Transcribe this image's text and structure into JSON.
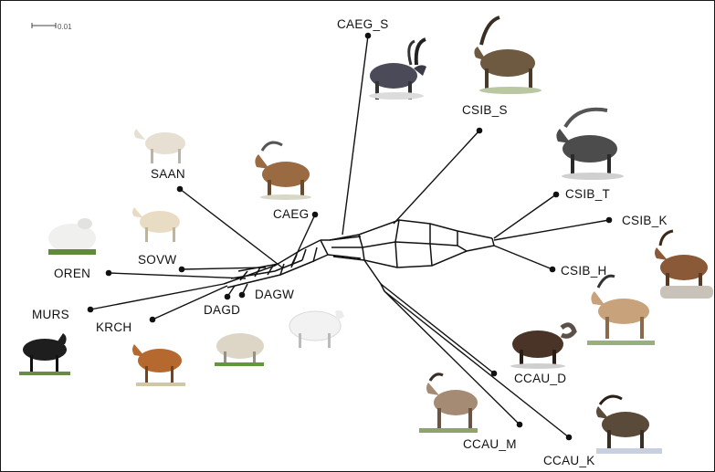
{
  "diagram": {
    "scale_label": "0.01",
    "colors": {
      "line": "#111111",
      "background": "#ffffff"
    },
    "taxa": [
      {
        "id": "CAEG_S",
        "label": "CAEG_S",
        "icon": "alpine-ibex-icon"
      },
      {
        "id": "CSIB_S",
        "label": "CSIB_S",
        "icon": "siberian-ibex-icon"
      },
      {
        "id": "CSIB_T",
        "label": "CSIB_T",
        "icon": "siberian-ibex-icon"
      },
      {
        "id": "CSIB_K",
        "label": "CSIB_K",
        "icon": "wild-goat-icon"
      },
      {
        "id": "CSIB_H",
        "label": "CSIB_H",
        "icon": "ibex-icon"
      },
      {
        "id": "CCAU_D",
        "label": "CCAU_D",
        "icon": "caucasian-tur-icon"
      },
      {
        "id": "CCAU_M",
        "label": "CCAU_M",
        "icon": "caucasian-tur-icon"
      },
      {
        "id": "CCAU_K",
        "label": "CCAU_K",
        "icon": "caucasian-tur-icon"
      },
      {
        "id": "CAEG",
        "label": "CAEG",
        "icon": "bezoar-goat-icon"
      },
      {
        "id": "SAAN",
        "label": "SAAN",
        "icon": "saanen-goat-icon"
      },
      {
        "id": "SOVW",
        "label": "SOVW",
        "icon": "white-goat-icon"
      },
      {
        "id": "OREN",
        "label": "OREN",
        "icon": "orenburg-goat-icon"
      },
      {
        "id": "MURS",
        "label": "MURS",
        "icon": "black-goat-icon"
      },
      {
        "id": "KRCH",
        "label": "KRCH",
        "icon": "brown-goat-icon"
      },
      {
        "id": "DAGD",
        "label": "DAGD",
        "icon": "dagestan-goat-icon"
      },
      {
        "id": "DAGW",
        "label": "DAGW",
        "icon": "woolly-goat-icon"
      }
    ]
  }
}
